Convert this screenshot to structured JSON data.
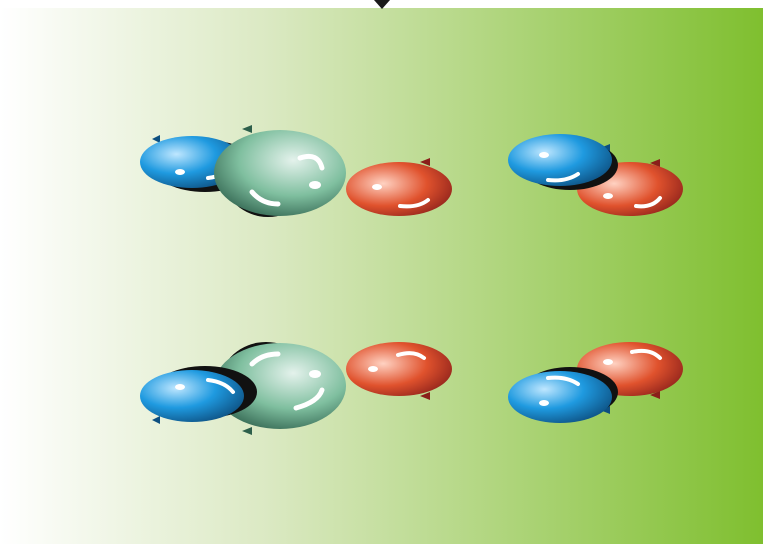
{
  "scene": {
    "background": {
      "gradient_start": "#ffffff",
      "gradient_mid": "#dbe9c3",
      "gradient_end": "#7fbf2f",
      "top_bar_color": "#ffffff"
    },
    "top_marker": {
      "icon": "down-triangle-icon",
      "color": "#1a1a1a"
    },
    "colors": {
      "blue_light": "#bfe7ff",
      "blue_main": "#1f9ae0",
      "blue_dark": "#0d4f80",
      "green_light": "#e4f2ec",
      "green_main": "#7fbf9f",
      "green_dark": "#2d5f4b",
      "red_light": "#ffd2c2",
      "red_main": "#e0522d",
      "red_dark": "#8a1f1a",
      "shadow": "#111111",
      "highlight": "#ffffff"
    },
    "groups": [
      {
        "name": "triatomic-top",
        "atoms": [
          "blue",
          "green",
          "red"
        ],
        "ticks": "top"
      },
      {
        "name": "diatomic-top",
        "atoms": [
          "blue",
          "red"
        ],
        "ticks": "top"
      },
      {
        "name": "triatomic-bottom",
        "atoms": [
          "blue",
          "green",
          "red"
        ],
        "ticks": "bottom"
      },
      {
        "name": "diatomic-bottom",
        "atoms": [
          "blue",
          "red"
        ],
        "ticks": "bottom"
      }
    ]
  }
}
